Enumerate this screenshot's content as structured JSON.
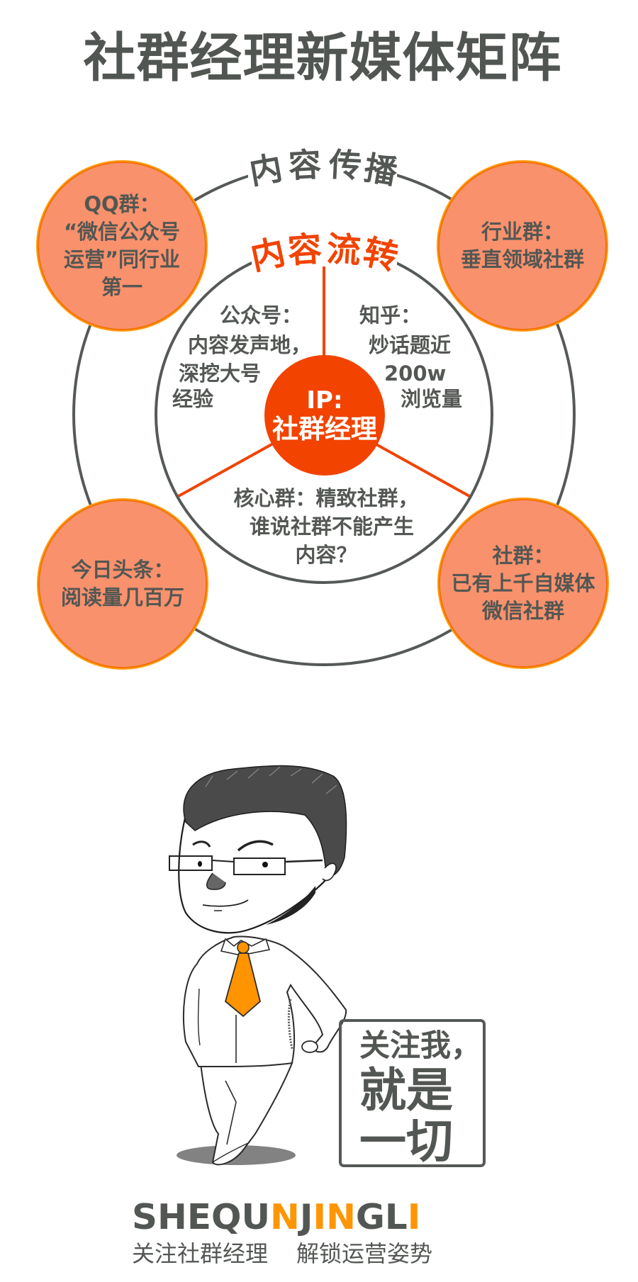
{
  "title": "社群经理新媒体矩阵",
  "diagram": {
    "outer_ring_label": [
      "内",
      "容",
      "传",
      "播"
    ],
    "inner_ring_label": [
      "内",
      "容",
      "流",
      "转"
    ],
    "colors": {
      "ring_stroke": "#555a57",
      "accent_red": "#f24300",
      "bubble_fill": "#f9916d",
      "bubble_border": "#f27200",
      "text_gray": "#545854"
    },
    "center": {
      "line1": "IP:",
      "line2": "社群经理"
    },
    "inner_sections": {
      "wechat_official": [
        "公众号：",
        "内容发声地，",
        "深挖大号",
        "经验"
      ],
      "zhihu": [
        "知乎：",
        "炒话题近",
        "200w",
        "浏览量"
      ],
      "core_group": [
        "核心群：精致社群，",
        "谁说社群不能产生",
        "内容？"
      ]
    },
    "bubbles": {
      "qq": [
        "QQ群：",
        "“微信公众号",
        "运营”同行业",
        "第一"
      ],
      "industry": [
        "行业群：",
        "垂直领域社群"
      ],
      "toutiao": [
        "今日头条：",
        "阅读量几百万"
      ],
      "community": [
        "社群：",
        "已有上千自媒体",
        "微信社群"
      ]
    }
  },
  "illustration": {
    "sign": {
      "line1": "关注我，",
      "line2": "就是",
      "line3": "一切"
    },
    "tie_color": "#ff9400"
  },
  "footer": {
    "brand_parts": [
      {
        "text": "SHEQU",
        "accent": false
      },
      {
        "text": "N",
        "accent": true
      },
      {
        "text": "J",
        "accent": false
      },
      {
        "text": "IN",
        "accent": true
      },
      {
        "text": "GL",
        "accent": false
      },
      {
        "text": "I",
        "accent": true
      }
    ],
    "brand_accent_color": "#ff9500",
    "slogan_left": "关注社群经理",
    "slogan_right": "解锁运营姿势"
  }
}
